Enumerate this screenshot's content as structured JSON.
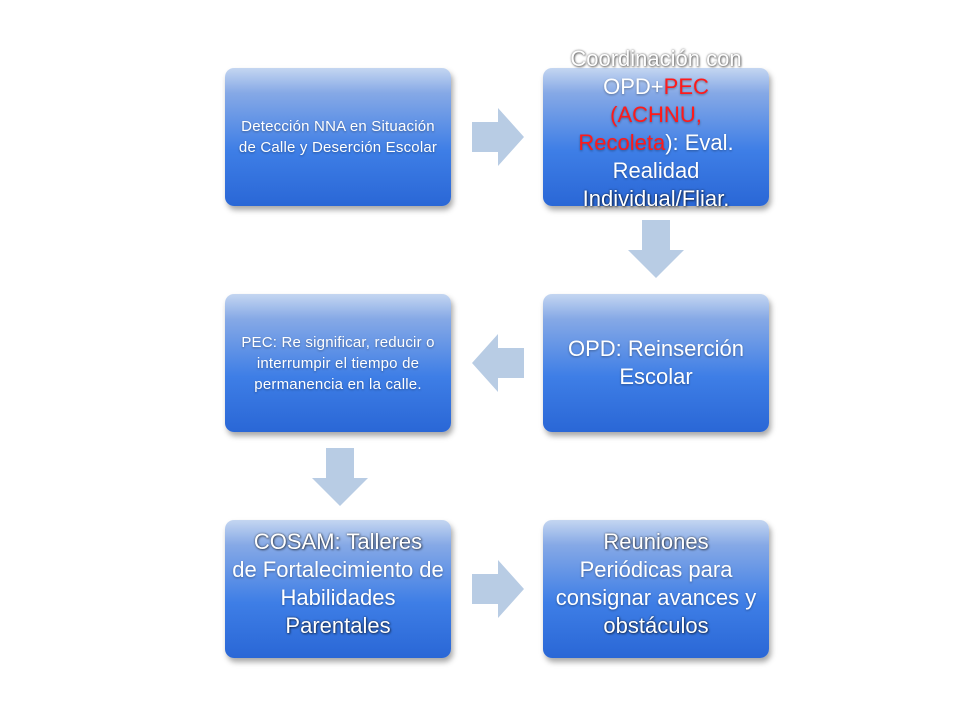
{
  "nodes": {
    "deteccion": "Detección NNA en Situación de Calle y Deserción Escolar",
    "coordinacion": {
      "line1": "Coordinación con",
      "opd": "OPD+",
      "pec": "PEC",
      "paren_open": " (",
      "achnu": "ACHNU,",
      "recoleta": "Recoleta",
      "rest": "): Eval. Realidad",
      "line_last": "Individual/Fliar."
    },
    "reinsercion": "OPD: Reinserción Escolar",
    "pec_resignificar": "PEC: Re significar, reducir o interrumpir el tiempo de permanencia en la calle.",
    "cosam": {
      "line1": "COSAM: Talleres",
      "middle": "de Fortalecimiento de Habilidades",
      "line_last": "Parentales"
    },
    "reuniones": {
      "line1": "Reuniones",
      "middle": "Periódicas para consignar avances y",
      "line_last": "obstáculos"
    }
  },
  "colors": {
    "node_gradient_top": "#c4d6f1",
    "node_gradient_bottom": "#2a67d6",
    "arrow_fill": "#b8cce4",
    "accent_red": "#ff1a1a"
  }
}
